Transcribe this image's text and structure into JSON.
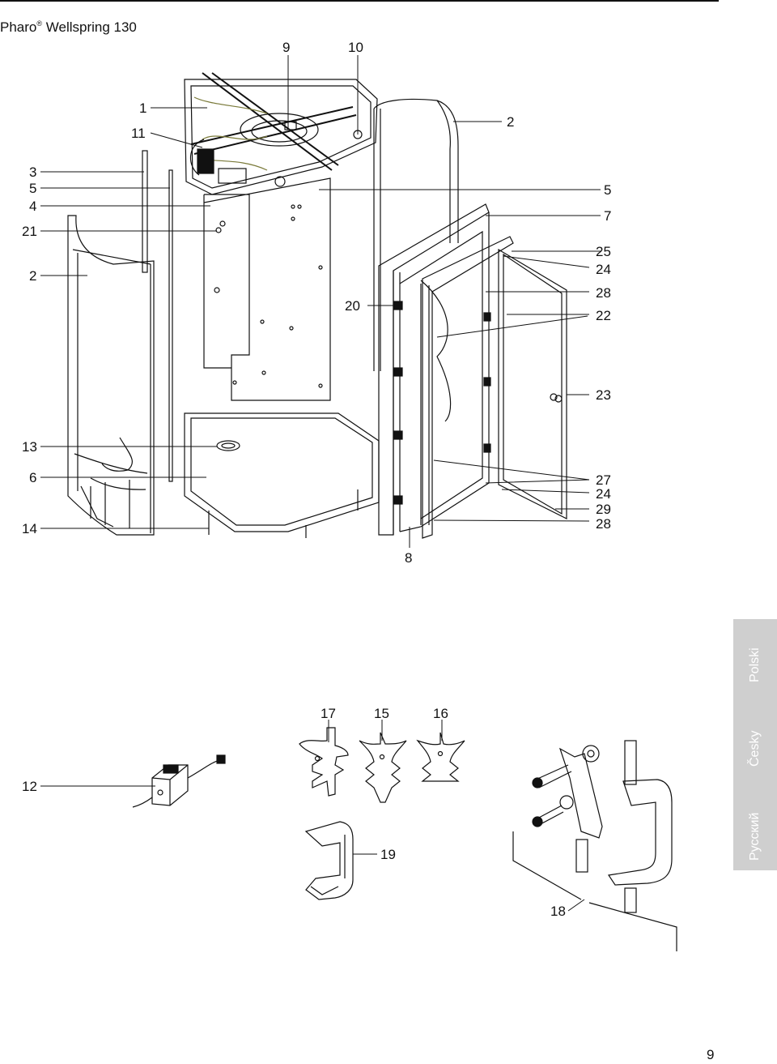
{
  "header": {
    "brand": "Pharo",
    "mark": "®",
    "model": "Wellspring 130"
  },
  "page_number": "9",
  "side_tabs": [
    "Polski",
    "Česky",
    "Русский"
  ],
  "labels": {
    "l1": "1",
    "l2a": "2",
    "l2b": "2",
    "l3": "3",
    "l4": "4",
    "l5a": "5",
    "l5b": "5",
    "l6": "6",
    "l7": "7",
    "l8": "8",
    "l9": "9",
    "l10": "10",
    "l11": "11",
    "l12": "12",
    "l13": "13",
    "l14": "14",
    "l15": "15",
    "l16": "16",
    "l17": "17",
    "l18": "18",
    "l19": "19",
    "l20": "20",
    "l21": "21",
    "l22": "22",
    "l23": "23",
    "l24a": "24",
    "l24b": "24",
    "l25": "25",
    "l27": "27",
    "l28a": "28",
    "l28b": "28",
    "l29": "29"
  }
}
